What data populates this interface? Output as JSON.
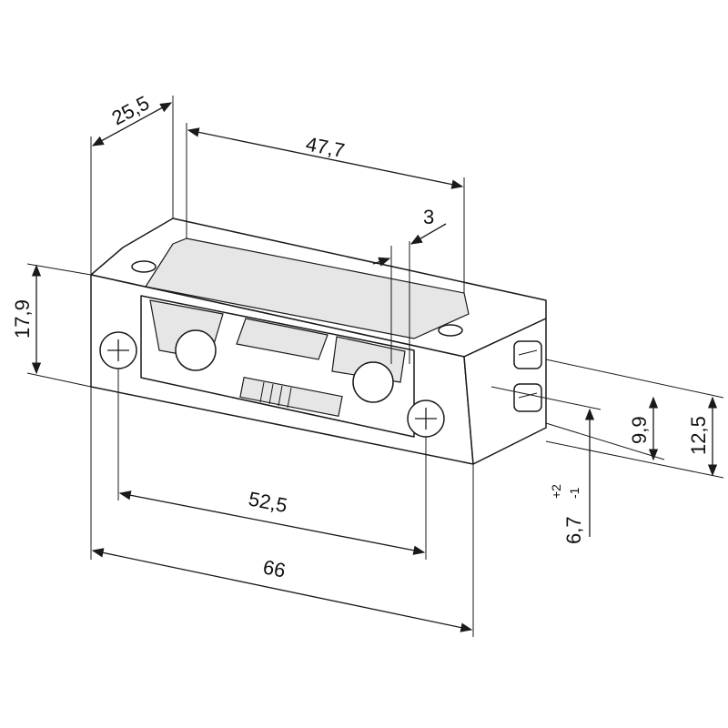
{
  "title": "Electric strike dimensional drawing",
  "dimensions": {
    "depth": "25,5",
    "faceplate_length": "47,7",
    "latch_offset": "3",
    "height": "17,9",
    "screw_spacing": "52,5",
    "total_length": "66",
    "terminal_height_1": "9,9",
    "terminal_height_2": "12,5",
    "latch_depth": "6,7",
    "latch_depth_tol_plus": "+2",
    "latch_depth_tol_minus": "-1"
  }
}
